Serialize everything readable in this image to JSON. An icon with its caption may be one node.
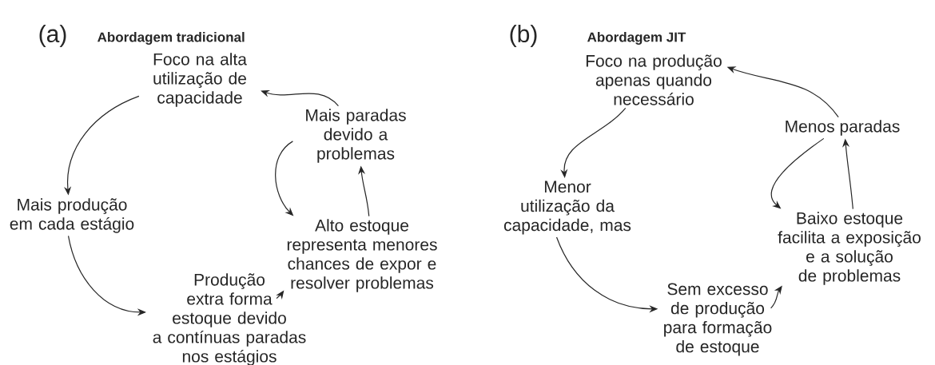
{
  "diagram": {
    "nodes": [
      {
        "text": [
          "Foco na alta utilização de capacidade"
        ]
      },
      {
        "text": [
          "Mais produção em cada estágio"
        ]
      },
      {
        "text": [
          "Produção extra forma estoque devido a contínuas paradas nos estágios"
        ]
      },
      {
        "text": [
          "Mais paradas devido a problemas"
        ]
      },
      {
        "text": [
          "Alto estoque representa menores chances de expor e resolver problemas"
        ]
      },
      {
        "text": [
          "Foco na produção apenas quando necessário"
        ]
      },
      {
        "text": [
          "Menor utilização da capacidade, mas"
        ]
      },
      {
        "text": [
          "Sem excesso de produção para formação de estoque"
        ]
      },
      {
        "text": [
          "Menos paradas"
        ]
      },
      {
        "text": [
          "Baixo estoque facilita a exposição e a solução de problemas"
        ]
      }
    ],
    "edges": [
      {
        "from": 0,
        "to": 1,
        "arrow": "to"
      },
      {
        "from": 1,
        "to": 2,
        "arrow": "to"
      },
      {
        "from": 2,
        "to": 4,
        "arrow": "to"
      },
      {
        "from": 4,
        "to": 3,
        "arrow": "to"
      },
      {
        "from": 3,
        "to": 4,
        "arrow": "to"
      },
      {
        "from": 3,
        "to": 0,
        "arrow": "to"
      },
      {
        "from": 5,
        "to": 6,
        "arrow": "to"
      },
      {
        "from": 6,
        "to": 7,
        "arrow": "to"
      },
      {
        "from": 7,
        "to": 9,
        "arrow": "to"
      },
      {
        "from": 9,
        "to": 8,
        "arrow": "to"
      },
      {
        "from": 8,
        "to": 9,
        "arrow": "to"
      },
      {
        "from": 8,
        "to": 5,
        "arrow": "to"
      }
    ],
    "labels": [
      "(a)",
      "Abordagem tradicional",
      "(b)",
      "Abordagem JIT"
    ]
  }
}
